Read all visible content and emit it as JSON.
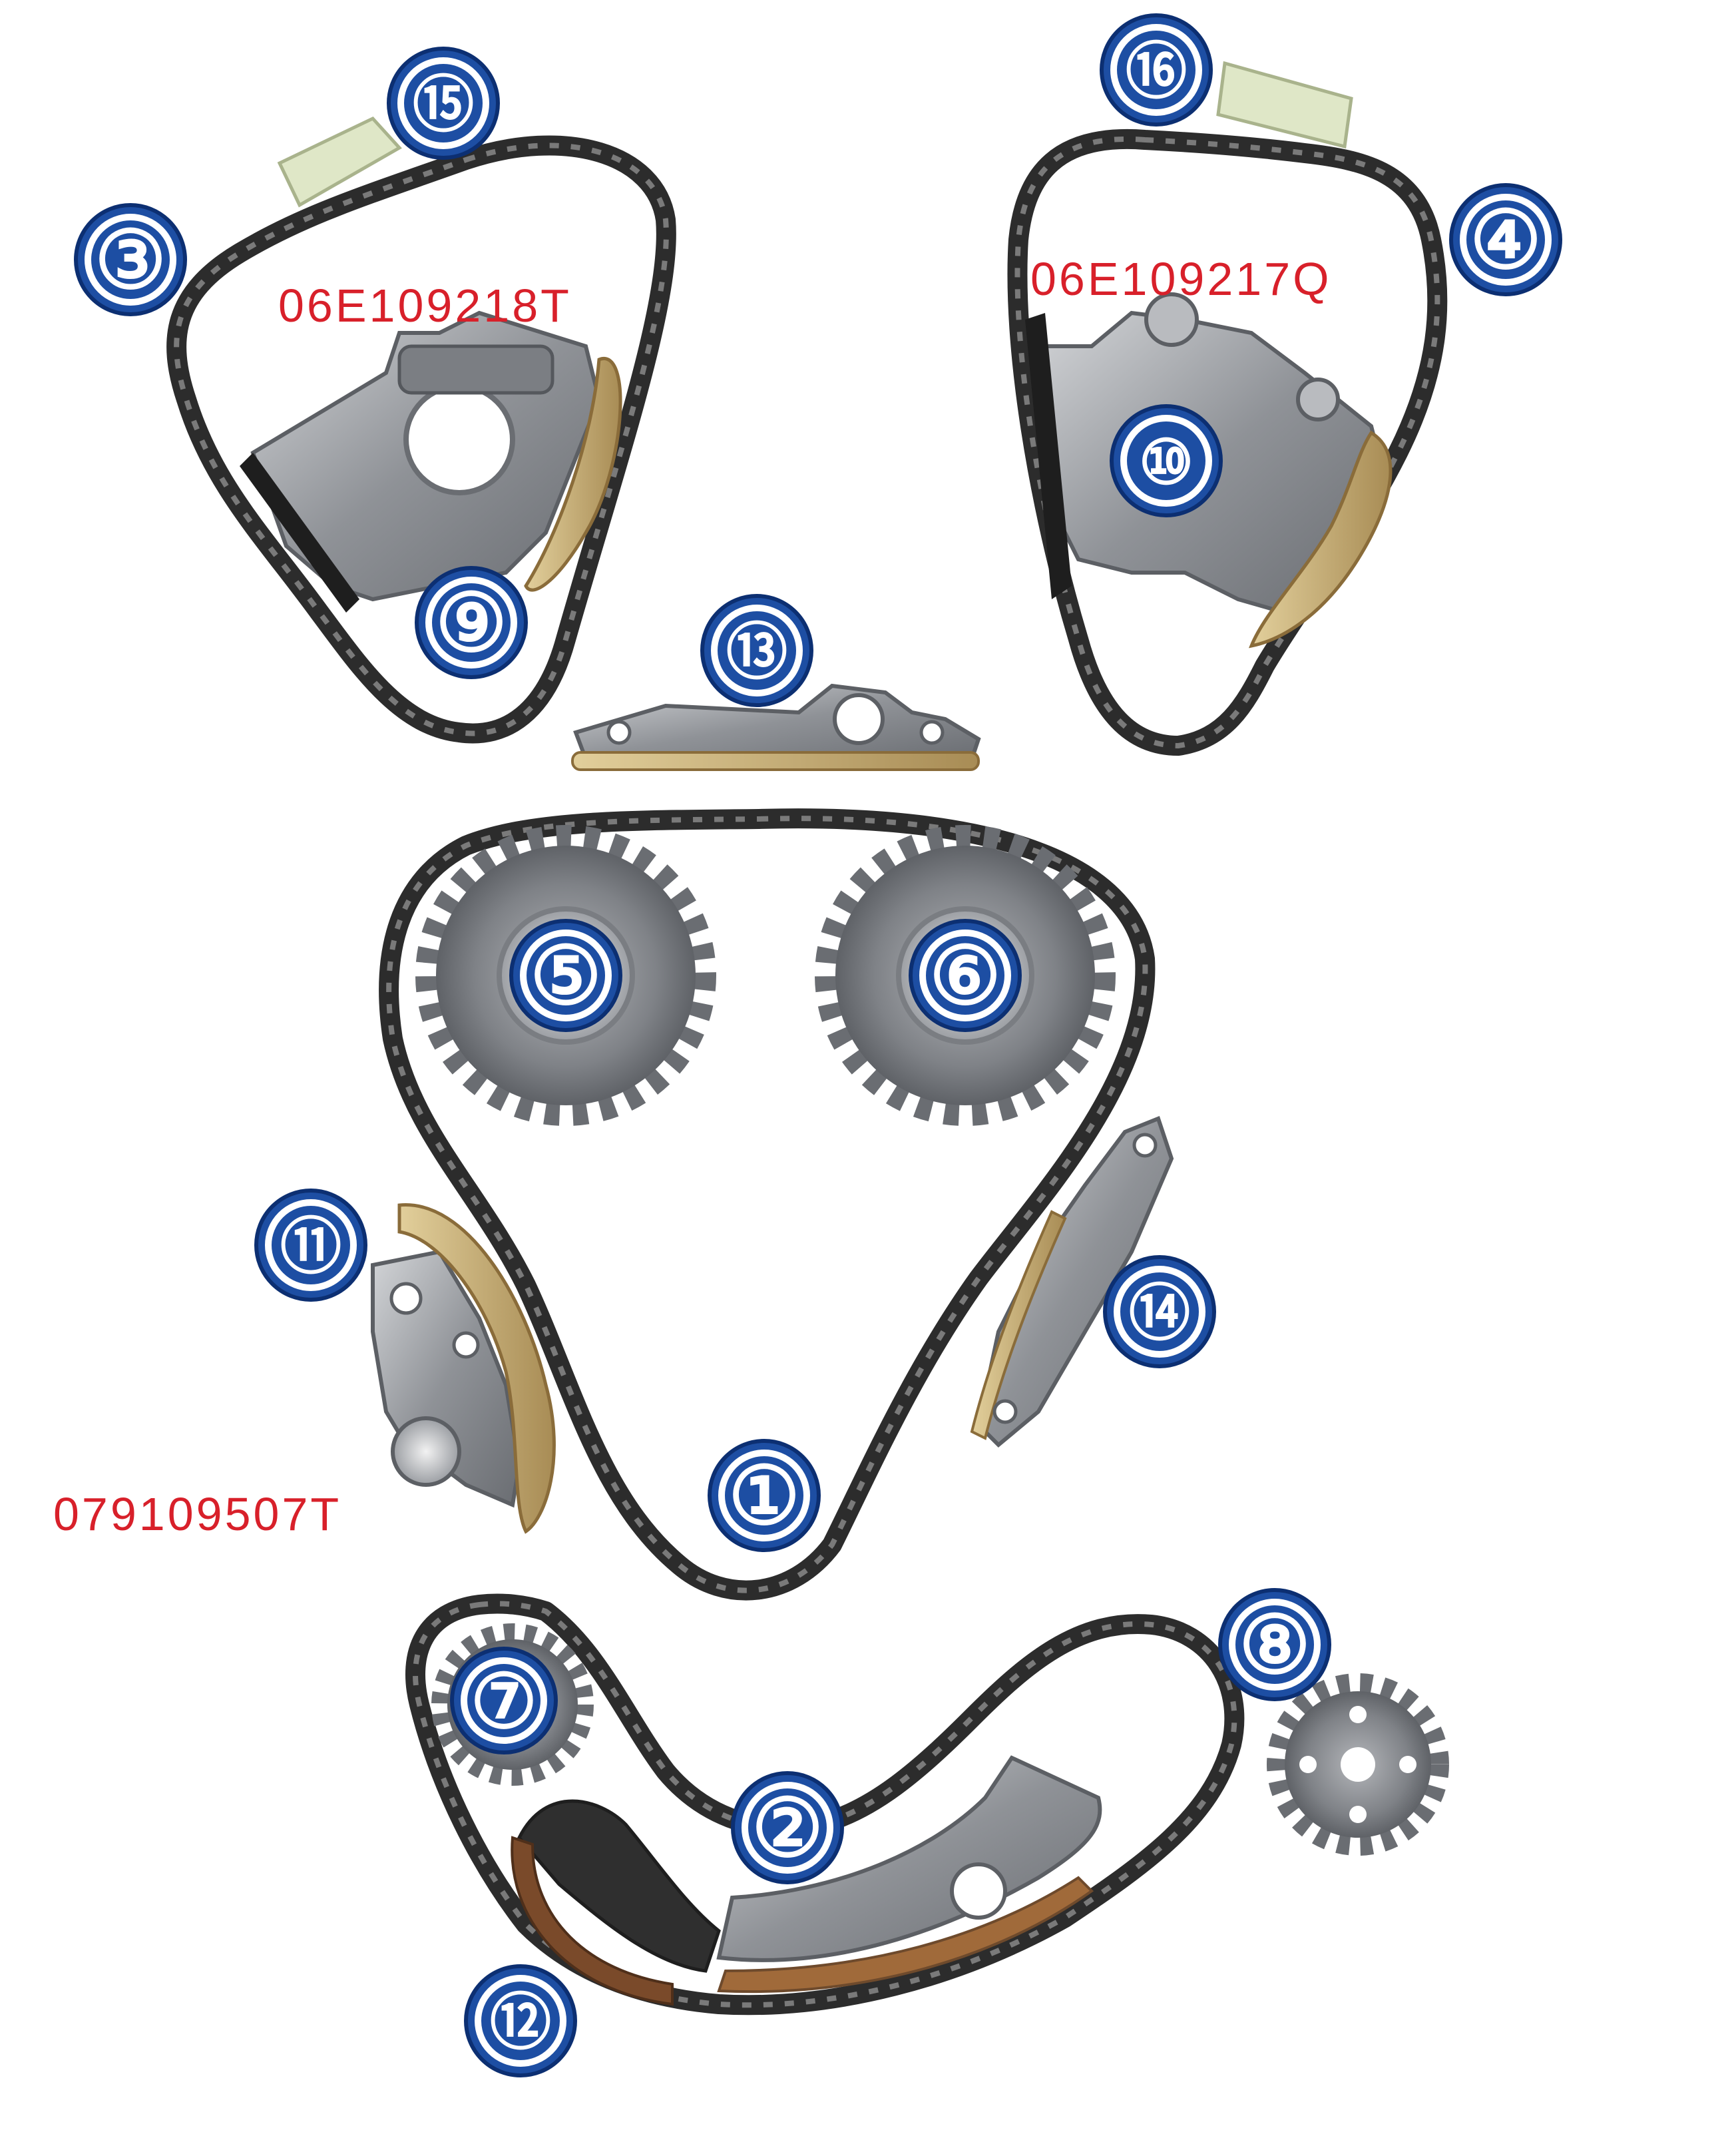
{
  "colors": {
    "badge_fill": "#1d4ea3",
    "badge_ring": "#ffffff",
    "badge_outline": "#0c2f72",
    "part_code": "#d8202a",
    "chain": "#2c2c2c",
    "chain_link": "#7a7a7a",
    "metal": "#8e9196",
    "metal_light": "#c6c8cc",
    "guide_pad": "#c9b27a",
    "guide_pad_dark": "#6e4a2c",
    "wear_pad": "#dfe7c7"
  },
  "callouts": {
    "n1": "①",
    "n2": "②",
    "n3": "③",
    "n4": "④",
    "n5": "⑤",
    "n6": "⑥",
    "n7": "⑦",
    "n8": "⑧",
    "n9": "⑨",
    "n10": "⑩",
    "n11": "⑪",
    "n12": "⑫",
    "n13": "⑬",
    "n14": "⑭",
    "n15": "⑮",
    "n16": "⑯"
  },
  "part_codes": {
    "left_tensioner": "06E109218T",
    "right_tensioner": "06E109217Q",
    "main_tensioner": "079109507T"
  },
  "icons": {
    "chain": "roller-chain-loop",
    "sprocket": "toothed-sprocket",
    "guide_rail": "chain-guide-rail",
    "tensioner": "chain-tensioner"
  }
}
